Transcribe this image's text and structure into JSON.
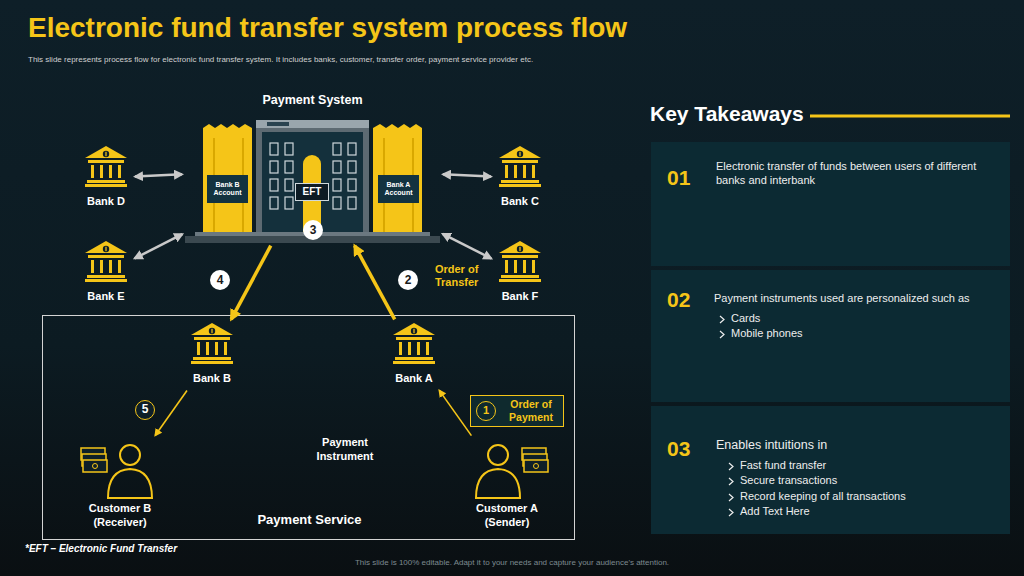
{
  "diagram": {
    "title": "Electronic fund transfer system process flow",
    "caption": "This slide represents process flow for electronic fund transfer system. It includes banks, customer, transfer order, payment service provider etc.",
    "nodes": [
      {
        "text": [
          "Payment System"
        ]
      },
      {
        "text": [
          "Bank B Account"
        ],
        "in": 0
      },
      {
        "text": [
          "EFT"
        ],
        "in": 0
      },
      {
        "text": [
          "Bank A Account"
        ],
        "in": 0
      },
      {
        "text": [
          "Bank D"
        ]
      },
      {
        "text": [
          "Bank C"
        ]
      },
      {
        "text": [
          "Bank E"
        ]
      },
      {
        "text": [
          "Bank F"
        ]
      },
      {
        "text": [
          "Payment Service"
        ]
      },
      {
        "text": [
          "Bank B"
        ],
        "in": 8
      },
      {
        "text": [
          "Bank A"
        ],
        "in": 8
      },
      {
        "text": [
          "Customer B (Receiver)"
        ],
        "in": 8
      },
      {
        "text": [
          "Customer A (Sender)"
        ],
        "in": 8
      },
      {
        "text": [
          "1",
          "Order of Payment"
        ],
        "in": 8
      },
      {
        "text": [
          "01",
          "Electronic transfer of funds between users of different banks and interbank"
        ]
      },
      {
        "text": [
          "02",
          "Payment instruments used are personalized such as",
          "Cards",
          "Mobile phones"
        ]
      },
      {
        "text": [
          "03",
          "Enables intuitions in",
          "Fast fund transfer",
          "Secure transactions",
          "Record keeping of all transactions",
          "Add Text Here"
        ]
      }
    ],
    "edges": [
      {
        "from": 4,
        "to": 0,
        "arrow": "both"
      },
      {
        "from": 5,
        "to": 0,
        "arrow": "both"
      },
      {
        "from": 6,
        "to": 0,
        "arrow": "both"
      },
      {
        "from": 7,
        "to": 0,
        "arrow": "both"
      },
      {
        "from": 10,
        "to": 0,
        "label": "Order of Transfer",
        "arrow": "to"
      },
      {
        "from": 0,
        "to": 9,
        "arrow": "to"
      },
      {
        "from": 9,
        "to": 11,
        "arrow": "to"
      },
      {
        "from": 12,
        "to": 10,
        "arrow": "to"
      }
    ],
    "labels": [
      "3",
      "2",
      "4",
      "5",
      "Payment Instrument",
      "Key Takeaways",
      "*EFT – Electronic Fund Transfer",
      "This slide is 100% editable. Adapt it to your needs and capture your audience's attention."
    ]
  }
}
